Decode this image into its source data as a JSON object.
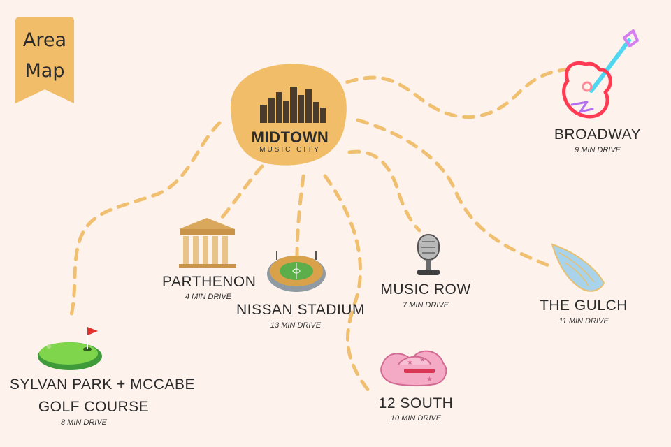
{
  "title_ribbon": {
    "line1": "Area",
    "line2": "Map"
  },
  "center": {
    "name": "MIDTOWN",
    "subtitle": "MUSIC CITY"
  },
  "destinations": [
    {
      "id": "broadway",
      "name": "BROADWAY",
      "drive": "9 MIN DRIVE",
      "icon": "neon-guitar-icon"
    },
    {
      "id": "parthenon",
      "name": "PARTHENON",
      "drive": "4 MIN DRIVE",
      "icon": "parthenon-icon"
    },
    {
      "id": "nissan-stadium",
      "name": "NISSAN STADIUM",
      "drive": "13 MIN DRIVE",
      "icon": "stadium-icon"
    },
    {
      "id": "music-row",
      "name": "MUSIC ROW",
      "drive": "7 MIN DRIVE",
      "icon": "microphone-icon"
    },
    {
      "id": "the-gulch",
      "name": "THE GULCH",
      "drive": "11 MIN DRIVE",
      "icon": "wing-icon"
    },
    {
      "id": "12-south",
      "name": "12 SOUTH",
      "drive": "10 MIN DRIVE",
      "icon": "cowboy-hat-icon"
    },
    {
      "id": "sylvan-park",
      "name_line1": "SYLVAN PARK + MCCABE",
      "name_line2": "GOLF COURSE",
      "drive": "8 MIN DRIVE",
      "icon": "golf-green-icon"
    }
  ],
  "colors": {
    "background": "#fdf2ec",
    "accent": "#f2bd69",
    "path": "#f0c070",
    "text": "#2b2b2b"
  }
}
